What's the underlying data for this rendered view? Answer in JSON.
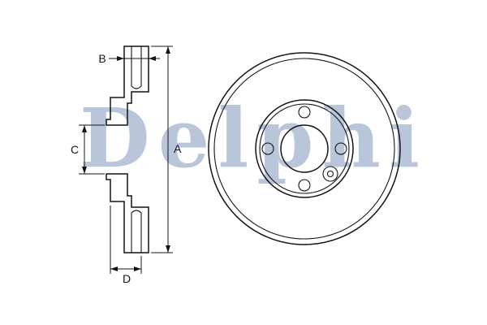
{
  "watermark": {
    "text": "Delphi",
    "color": "#b9c6da"
  },
  "labels": {
    "overall_diameter": "A",
    "disc_thickness": "B",
    "center_bore": "C",
    "total_height": "D"
  },
  "drawing": {
    "stroke_color": "#141414",
    "background_color": "#ffffff",
    "views": 2
  }
}
